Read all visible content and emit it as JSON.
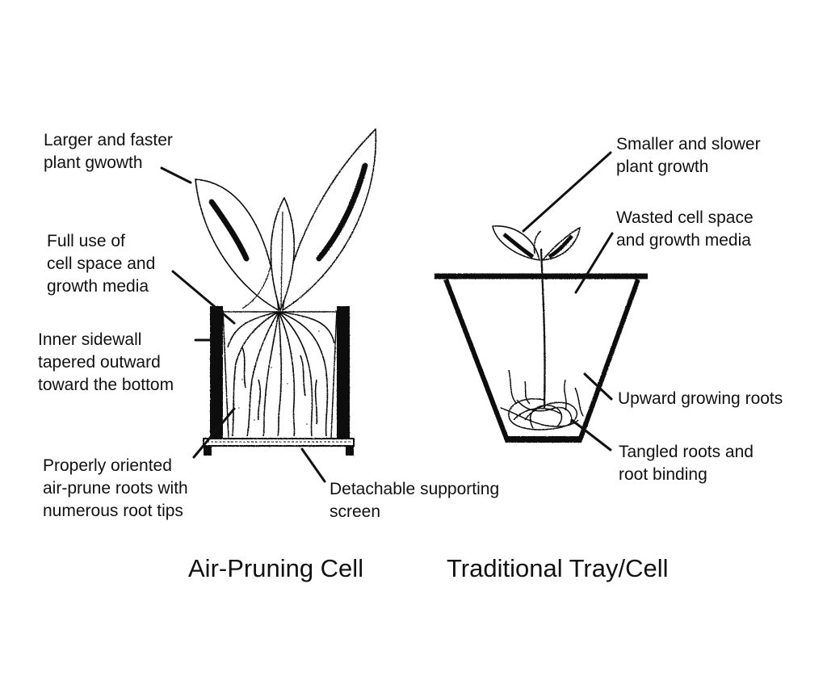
{
  "colors": {
    "ink": "#111111",
    "background": "#ffffff"
  },
  "air_pruning": {
    "caption": "Air-Pruning Cell",
    "labels": {
      "growth": [
        "Larger and faster",
        "plant gwowth"
      ],
      "space": [
        "Full use of",
        "cell space and",
        "growth media"
      ],
      "sidewall": [
        "Inner sidewall",
        "tapered outward",
        "toward the bottom"
      ],
      "roots": [
        "Properly oriented",
        "air-prune roots with",
        "numerous root tips"
      ],
      "screen": [
        "Detachable supporting",
        "screen"
      ]
    }
  },
  "traditional": {
    "caption": "Traditional Tray/Cell",
    "labels": {
      "growth": [
        "Smaller and slower",
        "plant growth"
      ],
      "space": [
        "Wasted cell space",
        "and growth media"
      ],
      "upward": [
        "Upward growing roots"
      ],
      "tangled": [
        "Tangled roots and",
        "root binding"
      ]
    }
  }
}
